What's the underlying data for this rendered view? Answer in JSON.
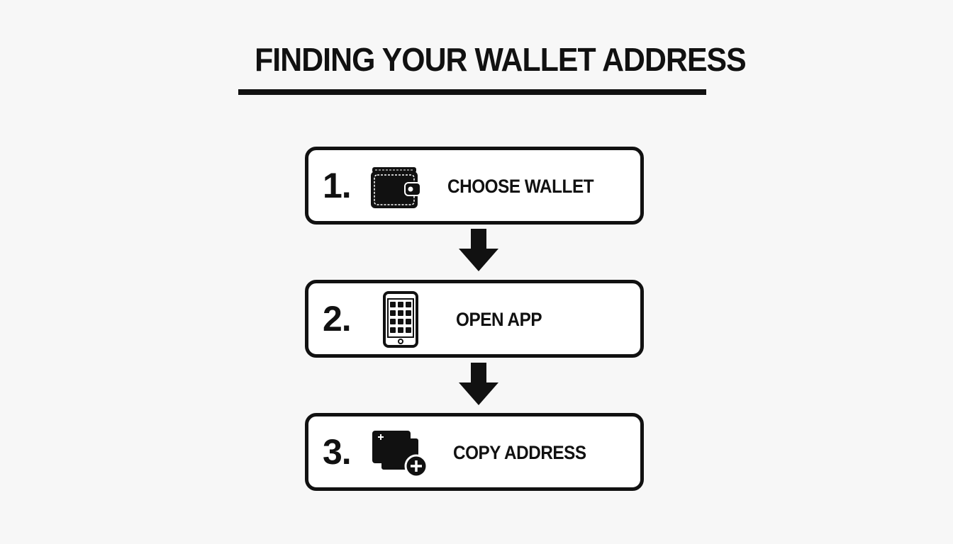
{
  "title": "FINDING YOUR WALLET ADDRESS",
  "colors": {
    "background": "#f7f7f7",
    "ink": "#111111",
    "box_fill": "#ffffff"
  },
  "steps": [
    {
      "number": "1.",
      "label": "CHOOSE WALLET",
      "icon": "wallet-icon"
    },
    {
      "number": "2.",
      "label": "OPEN APP",
      "icon": "smartphone-icon"
    },
    {
      "number": "3.",
      "label": "COPY ADDRESS",
      "icon": "copy-add-icon"
    }
  ],
  "connectors": [
    "arrow-down-icon",
    "arrow-down-icon"
  ]
}
